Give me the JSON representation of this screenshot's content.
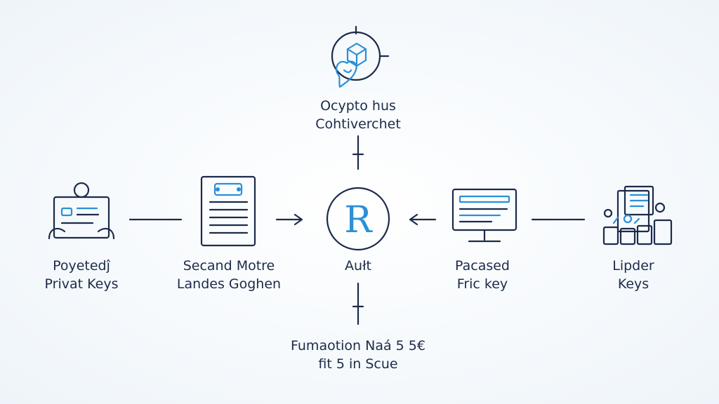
{
  "colors": {
    "ink": "#1c2b4a",
    "accent": "#2a8fd8",
    "background": "#f7fafc"
  },
  "nodes": {
    "top": {
      "icon": "crypto-target-icon",
      "lines": [
        "Ocypto hus",
        "Cohtiverchet"
      ]
    },
    "left": {
      "icon": "user-document-icon",
      "lines": [
        "Poyetedĵ",
        "Privat Keys"
      ]
    },
    "center_left": {
      "icon": "document-list-icon",
      "lines": [
        "Secand Motre",
        "Landes Goghen"
      ]
    },
    "center": {
      "icon": "r-circle-icon",
      "glyph": "R",
      "lines": [
        "Aułt"
      ]
    },
    "center_right": {
      "icon": "monitor-icon",
      "lines": [
        "Pacased",
        "Fric key"
      ]
    },
    "right": {
      "icon": "building-people-icon",
      "lines": [
        "Lipder",
        "Keys"
      ]
    },
    "bottom": {
      "lines": [
        "Fumaotion Naá 5 5€",
        "fit 5 in Scue"
      ]
    }
  }
}
